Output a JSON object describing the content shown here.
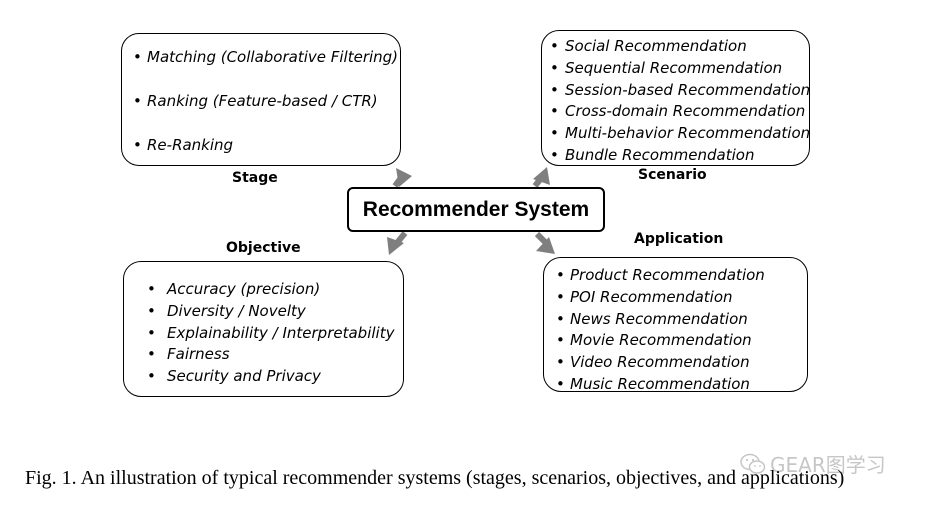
{
  "center": {
    "title": "Recommender System"
  },
  "stage": {
    "label": "Stage",
    "items": [
      "Matching (Collaborative Filtering)",
      "Ranking (Feature-based / CTR)",
      "Re-Ranking"
    ]
  },
  "scenario": {
    "label": "Scenario",
    "items": [
      "Social Recommendation",
      "Sequential Recommendation",
      "Session-based Recommendation",
      "Cross-domain Recommendation",
      "Multi-behavior Recommendation",
      "Bundle Recommendation"
    ]
  },
  "objective": {
    "label": "Objective",
    "items": [
      "Accuracy (precision)",
      "Diversity / Novelty",
      "Explainability / Interpretability",
      "Fairness",
      "Security and Privacy"
    ]
  },
  "application": {
    "label": "Application",
    "items": [
      "Product Recommendation",
      "POI Recommendation",
      "News Recommendation",
      "Movie Recommendation",
      "Video Recommendation",
      "Music Recommendation"
    ]
  },
  "caption": "Fig. 1.  An illustration of typical recommender systems (stages, scenarios, objectives, and applications)",
  "watermark": {
    "text": "GEAR图学习",
    "icon": "wechat-icon"
  },
  "colors": {
    "arrow": "#7f7f7f",
    "border": "#000000"
  }
}
